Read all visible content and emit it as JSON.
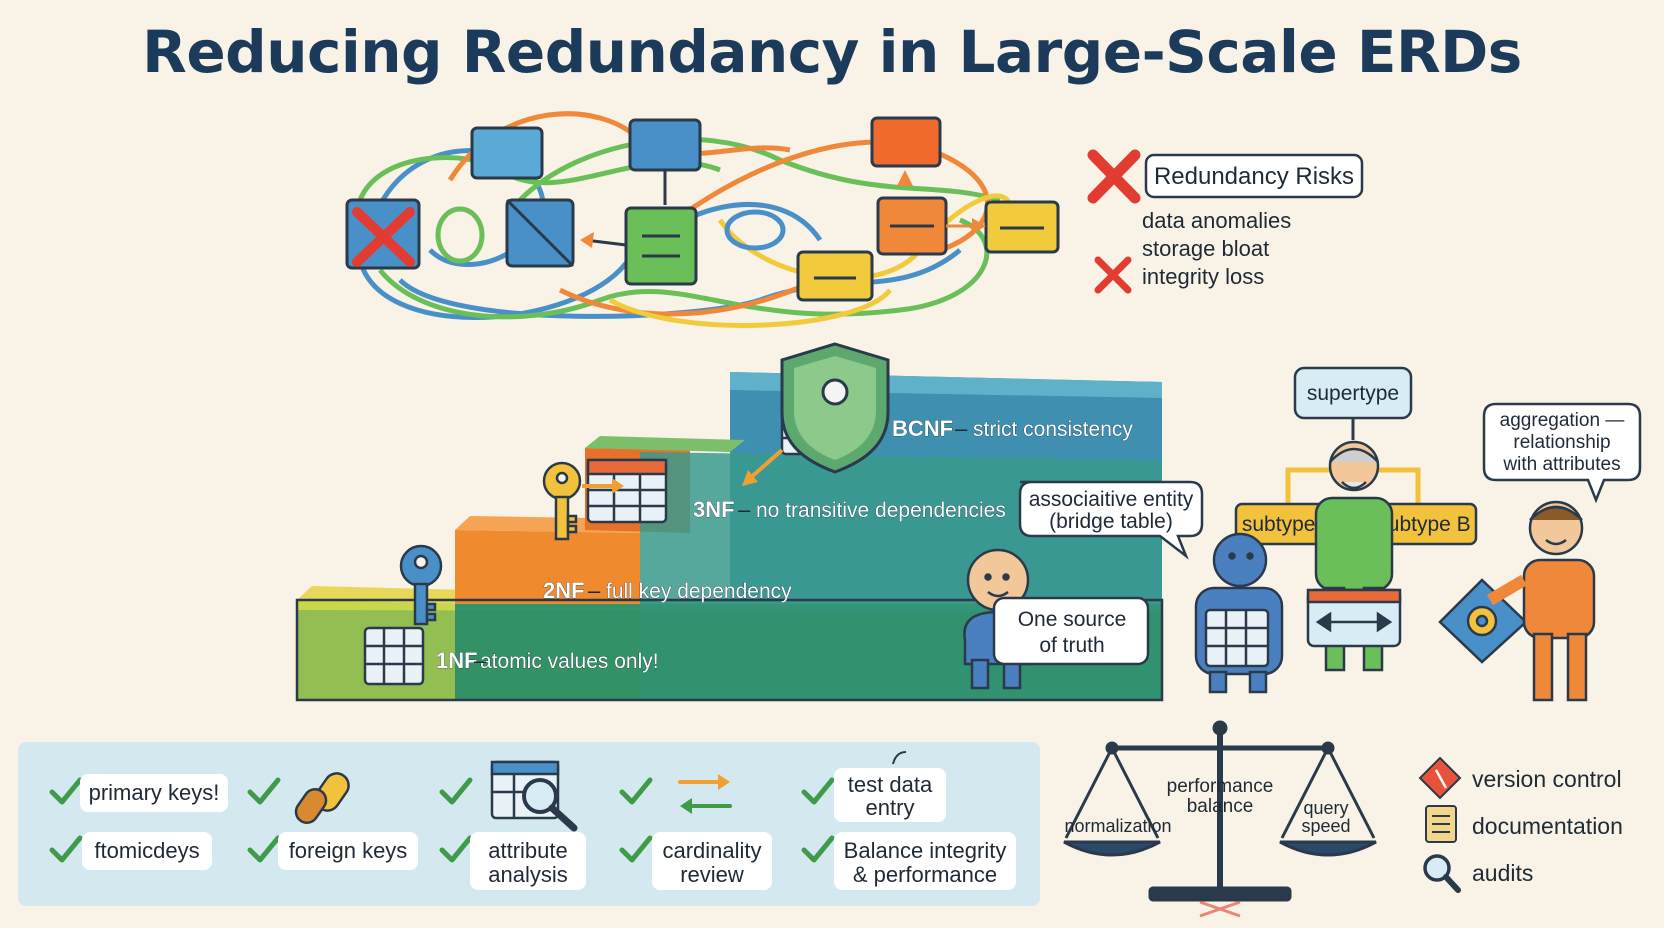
{
  "title": "Reducing Redundancy in Large-Scale ERDs",
  "risks": {
    "heading": "Redundancy Risks",
    "items": [
      "data anomalies",
      "storage bloat",
      "integrity loss"
    ]
  },
  "steps": [
    {
      "level": "1NF",
      "desc": "atomic values only!"
    },
    {
      "level": "2NF",
      "desc": "full key dependency"
    },
    {
      "level": "3NF",
      "desc": "no transitive dependencies"
    },
    {
      "level": "BCNF",
      "desc": "strict consistency"
    }
  ],
  "bubbles": {
    "source_of_truth": [
      "One source",
      "of truth"
    ],
    "associative": [
      "associaitive entity",
      "(bridge table)"
    ],
    "supertype": "supertype",
    "subtype_a": "subtype A",
    "subtype_b": "subtype B",
    "aggregation": [
      "aggregation —",
      "relationship",
      "with attributes"
    ]
  },
  "checklist": {
    "row1": [
      "primary keys!",
      "",
      "",
      "test data",
      "entry"
    ],
    "primary_keys": "primary keys!",
    "atomic_keys": "ftomicdeys",
    "foreign_keys": "foreign keys",
    "attribute_analysis": [
      "attribute",
      "analysis"
    ],
    "cardinality_review": [
      "cardinality",
      "review"
    ],
    "test_data_entry": [
      "test data",
      "entry"
    ],
    "balance": [
      "Balance integrity",
      "& performance"
    ]
  },
  "scale": {
    "left": "normalization",
    "center": [
      "performance",
      "balance"
    ],
    "right": [
      "query",
      "speed"
    ]
  },
  "practices": [
    "version control",
    "documentation",
    "audits"
  ],
  "colors": {
    "title": "#1c3a5a",
    "blue": "#4a90c8",
    "green": "#6bbf59",
    "orange": "#f0883a",
    "yellow": "#f2cb3c",
    "red": "#e23b32",
    "panel": "#d3e8ef"
  }
}
